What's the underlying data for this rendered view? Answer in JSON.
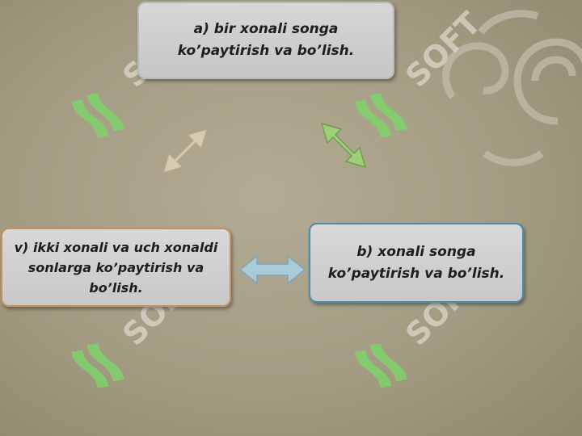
{
  "boxes": {
    "a": "a) bir xonali songa ko’paytirish va bo’lish.",
    "b": "b) xonali songa ko’paytirish va bo’lish.",
    "v": "v) ikki xonali va uch xonaldi sonlarga ko’paytirish va bo’lish."
  },
  "watermark": "SOFT",
  "colors": {
    "background": "#a39b82",
    "box_fill": "#cfcfcf",
    "box_a_border": "#b9b9b9",
    "box_b_border": "#4e8aa3",
    "box_v_border": "#c88e60",
    "arrow_tan": "#d9cbb0",
    "arrow_green": "#9fce78",
    "arrow_blue": "#a9cad9",
    "watermark_green": "#7fd36b"
  }
}
